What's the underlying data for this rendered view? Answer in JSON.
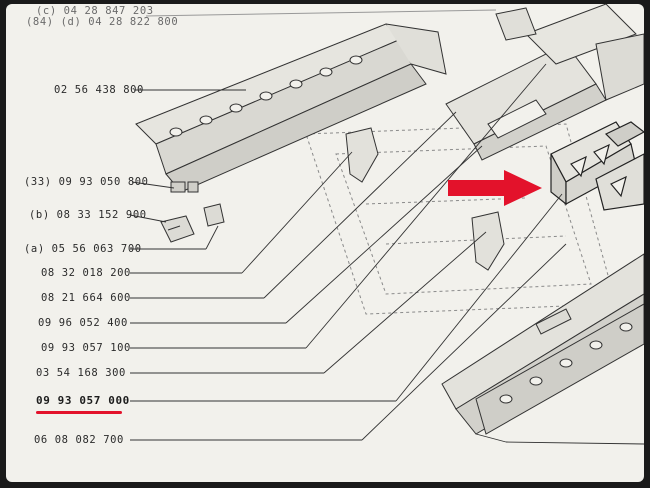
{
  "diagram": {
    "top_labels": [
      "(c) 04 28 847 203",
      "(84) (d) 04 28 822 800"
    ],
    "parts": [
      {
        "id": "p1",
        "label": "02 56 438 800"
      },
      {
        "id": "p2",
        "label": "(33) 09 93 050 800"
      },
      {
        "id": "p3",
        "label": "(b) 08 33 152 900"
      },
      {
        "id": "p4",
        "label": "(a) 05 56 063 700"
      },
      {
        "id": "p5",
        "label": "08 32 018 200"
      },
      {
        "id": "p6",
        "label": "08 21 664 600"
      },
      {
        "id": "p7",
        "label": "09 96 052 400"
      },
      {
        "id": "p8",
        "label": "09 93 057 100"
      },
      {
        "id": "p9",
        "label": "03 54 168 300"
      },
      {
        "id": "p10",
        "label": "09 93 057 000"
      },
      {
        "id": "p11",
        "label": "06 08 082 700"
      }
    ],
    "highlighted_part": "09 93 057 000"
  },
  "colors": {
    "highlight_underline": "#e3122b",
    "arrow": "#e3122b",
    "paper": "#f2f1ec",
    "ink": "#2b2b2b"
  },
  "icons": {
    "pointer": "arrow-right-icon"
  }
}
